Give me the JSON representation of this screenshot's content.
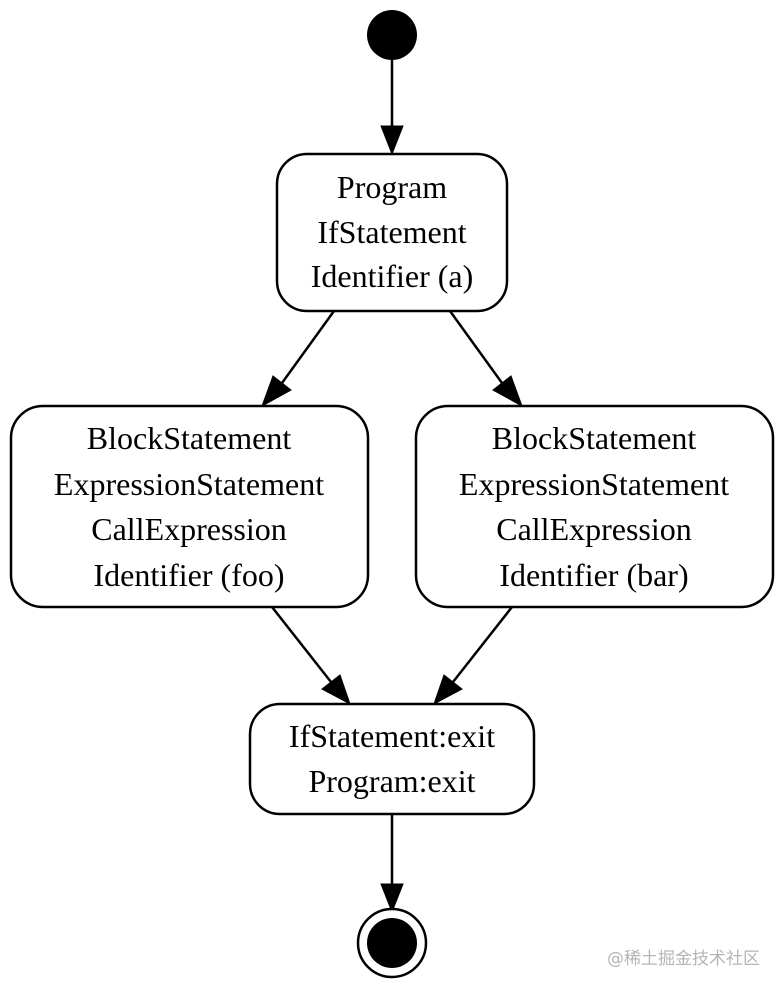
{
  "diagram": {
    "nodes": {
      "n1": {
        "lines": [
          "Program",
          "IfStatement",
          "Identifier (a)"
        ]
      },
      "n2": {
        "lines": [
          "BlockStatement",
          "ExpressionStatement",
          "CallExpression",
          "Identifier (foo)"
        ]
      },
      "n3": {
        "lines": [
          "BlockStatement",
          "ExpressionStatement",
          "CallExpression",
          "Identifier (bar)"
        ]
      },
      "n4": {
        "lines": [
          "IfStatement:exit",
          "Program:exit"
        ]
      }
    },
    "edges": [
      {
        "from": "start",
        "to": "n1"
      },
      {
        "from": "n1",
        "to": "n2"
      },
      {
        "from": "n1",
        "to": "n3"
      },
      {
        "from": "n2",
        "to": "n4"
      },
      {
        "from": "n3",
        "to": "n4"
      },
      {
        "from": "n4",
        "to": "end"
      }
    ]
  },
  "watermark": "@稀土掘金技术社区"
}
